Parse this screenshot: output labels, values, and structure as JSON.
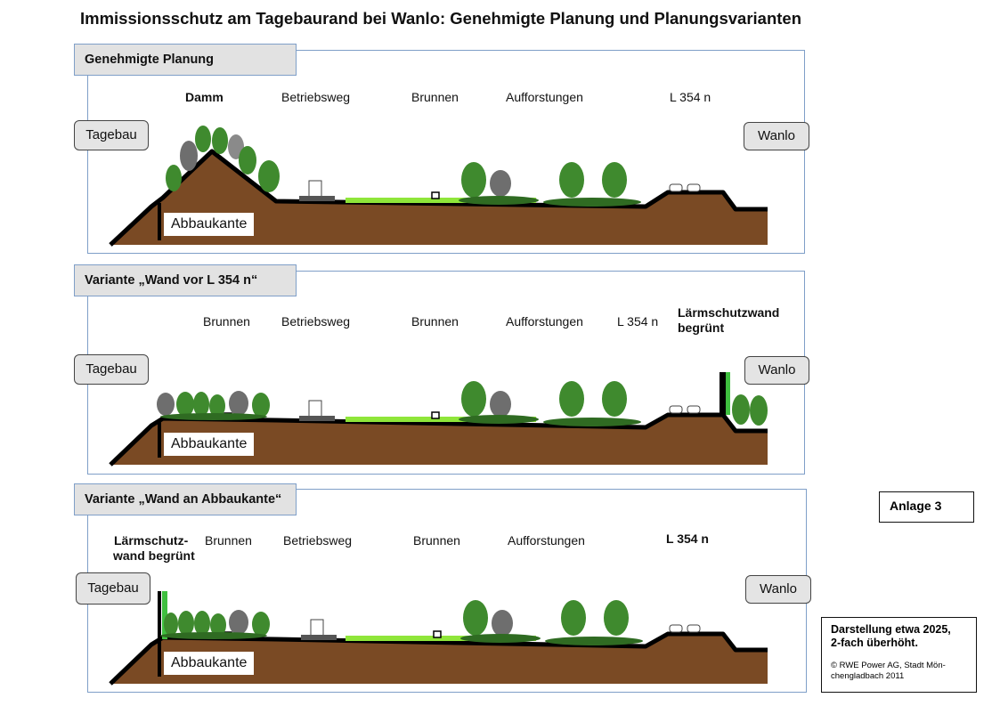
{
  "title": "Immissionsschutz am Tagebaurand bei Wanlo: Genehmigte Planung und Planungsvarianten",
  "panels": [
    {
      "tab": "Genehmigte Planung",
      "labels": {
        "damm": "Damm",
        "betriebsweg": "Betriebsweg",
        "brunnen": "Brunnen",
        "aufforstungen": "Aufforstungen",
        "l354": "L 354 n"
      },
      "tagebau": "Tagebau",
      "wanlo": "Wanlo",
      "abbaukante": "Abbaukante"
    },
    {
      "tab": "Variante „Wand vor L 354 n“",
      "labels": {
        "brunnen1": "Brunnen",
        "betriebsweg": "Betriebsweg",
        "brunnen2": "Brunnen",
        "aufforstungen": "Aufforstungen",
        "l354": "L 354 n",
        "laerm1": "Lärmschutzwand",
        "laerm2": "begrünt"
      },
      "tagebau": "Tagebau",
      "wanlo": "Wanlo",
      "abbaukante": "Abbaukante"
    },
    {
      "tab": "Variante „Wand an Abbaukante“",
      "labels": {
        "laerm1": "Lärmschutz-",
        "laerm2": "wand begrünt",
        "brunnen1": "Brunnen",
        "betriebsweg": "Betriebsweg",
        "brunnen2": "Brunnen",
        "aufforstungen": "Aufforstungen",
        "l354": "L 354 n"
      },
      "tagebau": "Tagebau",
      "wanlo": "Wanlo",
      "abbaukante": "Abbaukante"
    }
  ],
  "anlage": "Anlage 3",
  "note": {
    "line1": "Darstellung etwa 2025,",
    "line2": "2-fach überhöht.",
    "copyright1": "© RWE Power AG, Stadt Mön-",
    "copyright2": "chengladbach 2011"
  },
  "colors": {
    "soil": "#7a4a24",
    "grass": "#8fe63a",
    "tree": "#3f8a2e",
    "treeDark": "#2f6b22",
    "grayTree": "#6e6e6e",
    "frame": "#7f9fc8"
  }
}
